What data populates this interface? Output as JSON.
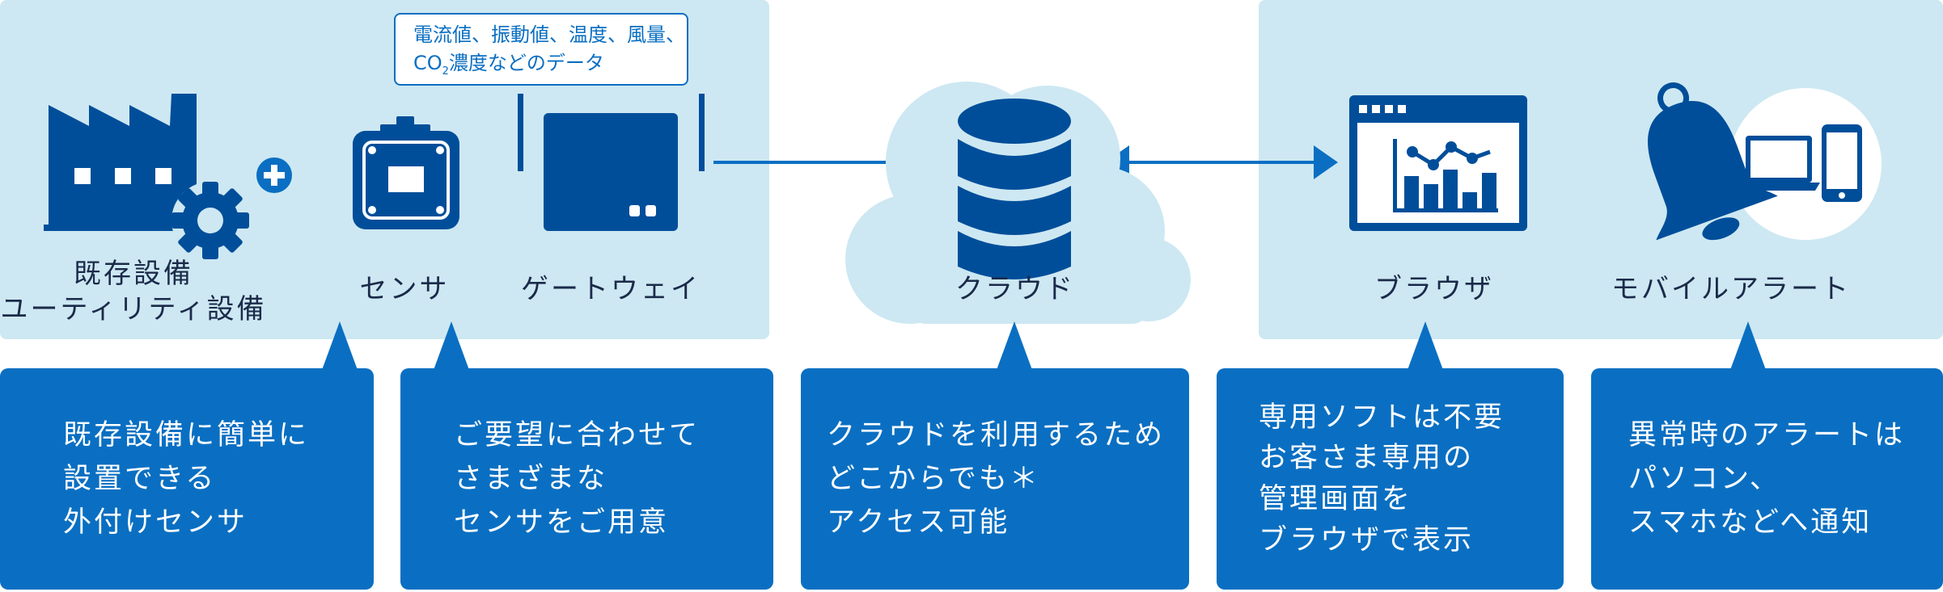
{
  "colors": {
    "panel": "#cde8f2",
    "primary": "#0a6fc2",
    "icon": "#004e9a",
    "cloud": "#cde8f2",
    "label": "#1b2a4a"
  },
  "data_note": {
    "line1": "電流値、振動値、温度、風量、",
    "line2_prefix": "CO",
    "line2_sub": "2",
    "line2_rest": "濃度などのデータ"
  },
  "nodes": {
    "equipment": {
      "line1": "既存設備",
      "line2": "ユーティリティ設備",
      "icon": "factory-gear-icon"
    },
    "sensor": {
      "label": "センサ",
      "icon": "sensor-icon"
    },
    "gateway": {
      "label": "ゲートウェイ",
      "icon": "gateway-icon"
    },
    "cloud": {
      "label": "クラウド",
      "icon": "cloud-database-icon"
    },
    "browser": {
      "label": "ブラウザ",
      "icon": "browser-chart-icon"
    },
    "mobile": {
      "label": "モバイルアラート",
      "icon": "bell-devices-icon"
    }
  },
  "callouts": [
    {
      "lines": [
        "既存設備に簡単に",
        "設置できる",
        "外付けセンサ"
      ]
    },
    {
      "lines": [
        "ご要望に合わせて",
        "さまざまな",
        "センサをご用意"
      ]
    },
    {
      "lines": [
        "クラウドを利用するため",
        "どこからでも＊",
        "アクセス可能"
      ]
    },
    {
      "lines": [
        "専用ソフトは不要",
        "お客さま専用の",
        "管理画面を",
        "ブラウザで表示"
      ]
    },
    {
      "lines": [
        "異常時のアラートは",
        "パソコン、",
        "スマホなどへ通知"
      ]
    }
  ]
}
